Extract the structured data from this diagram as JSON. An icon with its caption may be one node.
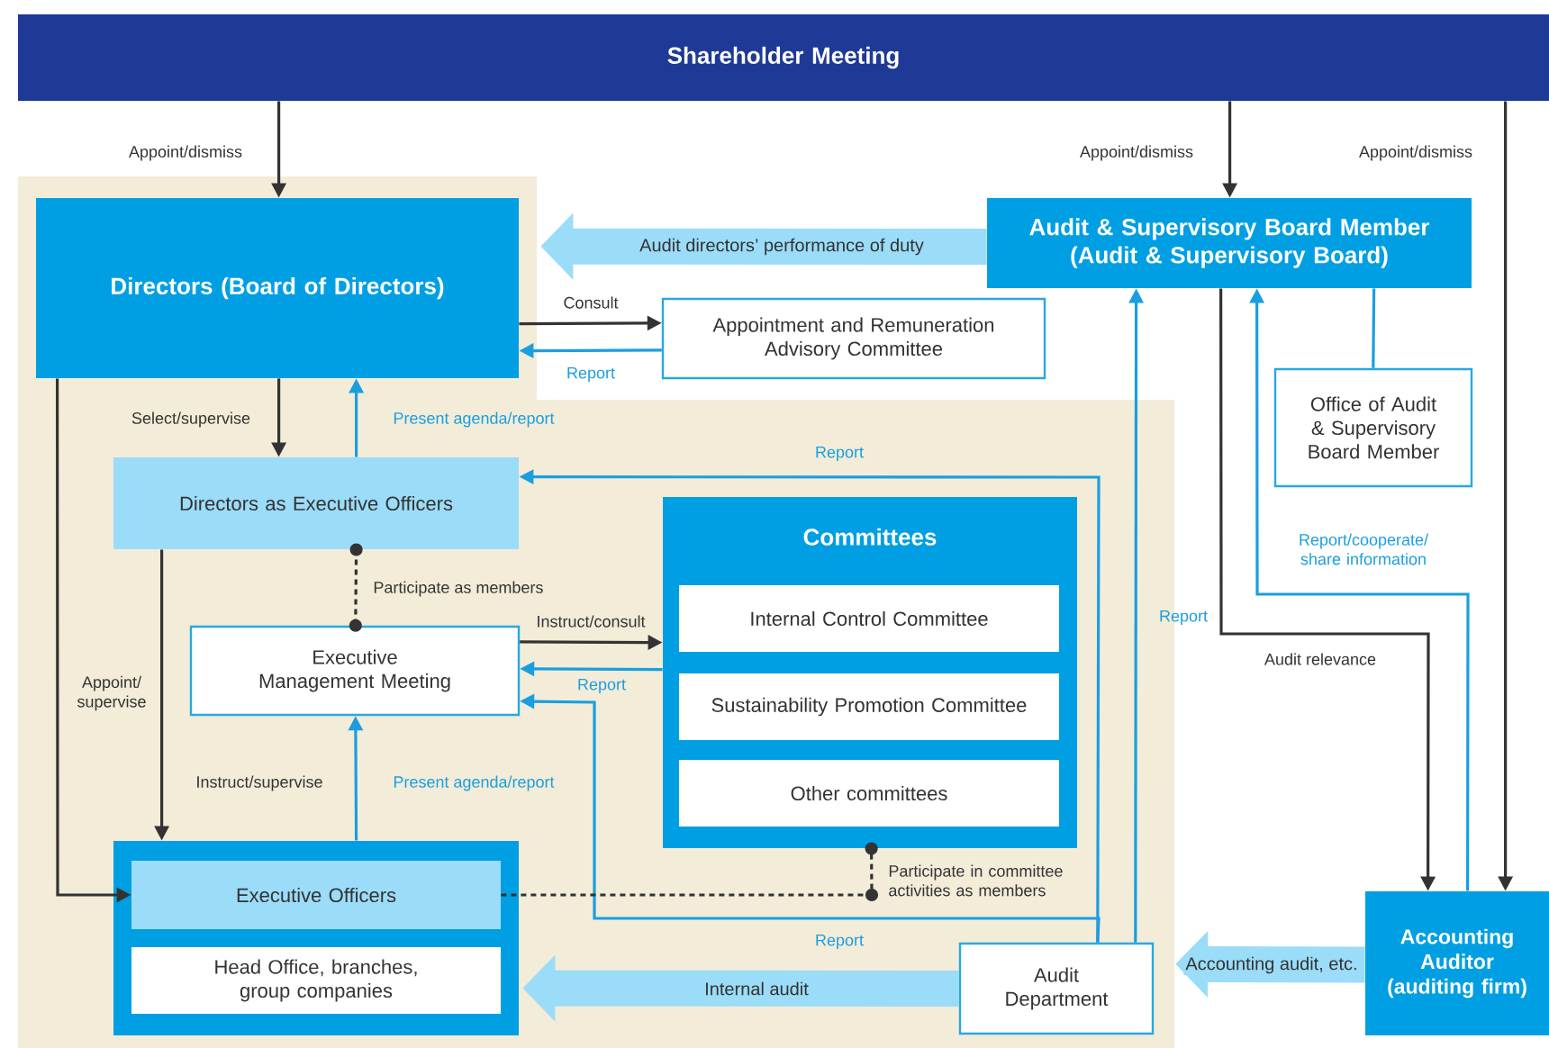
{
  "diagram": {
    "nodes": [
      {
        "text": [
          "Shareholder Meeting"
        ]
      },
      {
        "text": [
          "Directors (Board of Directors)"
        ]
      },
      {
        "text": [
          "Audit & Supervisory Board Member (Audit & Supervisory Board)"
        ]
      },
      {
        "text": [
          "Appointment and Remuneration Advisory Committee"
        ]
      },
      {
        "text": [
          "Office of Audit & Supervisory Board Member"
        ]
      },
      {
        "text": [
          "Directors as Executive Officers"
        ]
      },
      {
        "text": [
          "Committees"
        ]
      },
      {
        "text": [
          "Internal Control Committee"
        ],
        "in": 6
      },
      {
        "text": [
          "Sustainability Promotion Committee"
        ],
        "in": 6
      },
      {
        "text": [
          "Other committees"
        ],
        "in": 6
      },
      {
        "text": [
          "Executive Management Meeting"
        ]
      },
      {
        "text": [],
        "shape": "box"
      },
      {
        "text": [
          "Executive Officers"
        ],
        "in": 11
      },
      {
        "text": [
          "Head Office, branches, group companies"
        ],
        "in": 11
      },
      {
        "text": [
          "Audit Department"
        ]
      },
      {
        "text": [
          "Accounting Auditor (auditing firm)"
        ]
      }
    ],
    "edges": [
      {
        "from": 0,
        "to": 1,
        "arrow": "to",
        "label": "Appoint/dismiss"
      },
      {
        "from": 0,
        "to": 2,
        "arrow": "to",
        "label": "Appoint/dismiss"
      },
      {
        "from": 0,
        "to": 15,
        "arrow": "to",
        "label": "Appoint/dismiss"
      },
      {
        "from": 2,
        "to": 1,
        "arrow": "to",
        "label": "Audit directors’ performance of duty",
        "style": "thick",
        "color": "#9bdcf8"
      },
      {
        "from": 1,
        "to": 3,
        "arrow": "to",
        "label": "Consult"
      },
      {
        "from": 3,
        "to": 1,
        "arrow": "to",
        "label": "Report",
        "color": "#1a9ee0"
      },
      {
        "from": 2,
        "to": 4,
        "arrow": "none",
        "color": "#1a9ee0"
      },
      {
        "from": 1,
        "to": 5,
        "arrow": "to",
        "label": "Select/supervise"
      },
      {
        "from": 5,
        "to": 1,
        "arrow": "to",
        "label": "Present agenda/report",
        "color": "#1a9ee0"
      },
      {
        "from": 14,
        "to": 5,
        "arrow": "to",
        "label": "Report",
        "color": "#1a9ee0"
      },
      {
        "from": 14,
        "to": 10,
        "arrow": "to",
        "label": "Report",
        "color": "#1a9ee0"
      },
      {
        "from": 14,
        "to": 2,
        "arrow": "to",
        "label": "Report",
        "color": "#1a9ee0"
      },
      {
        "from": 6,
        "to": 10,
        "arrow": "to",
        "label": "Report",
        "color": "#1a9ee0"
      },
      {
        "from": 10,
        "to": 6,
        "arrow": "to",
        "label": "Instruct/consult"
      },
      {
        "from": 5,
        "to": 10,
        "arrow": "other",
        "label": "Participate as members",
        "style": "dashed"
      },
      {
        "from": 12,
        "to": 6,
        "arrow": "other",
        "label": "Participate in committee activities as members",
        "style": "dashed"
      },
      {
        "from": 5,
        "to": 11,
        "arrow": "to",
        "label": "Instruct/supervise"
      },
      {
        "from": 1,
        "to": 12,
        "arrow": "to",
        "label": "Appoint/ supervise"
      },
      {
        "from": 11,
        "to": 10,
        "arrow": "to",
        "label": "Present agenda/report",
        "color": "#1a9ee0"
      },
      {
        "from": 14,
        "to": 11,
        "arrow": "to",
        "label": "Internal audit",
        "style": "thick",
        "color": "#9bdcf8"
      },
      {
        "from": 15,
        "to": 14,
        "arrow": "to",
        "label": "Accounting audit, etc.",
        "style": "thick",
        "color": "#9bdcf8"
      },
      {
        "from": 2,
        "to": 15,
        "arrow": "to",
        "label": "Audit relevance"
      },
      {
        "from": 15,
        "to": 2,
        "arrow": "to",
        "label": "Report/cooperate/ share information",
        "color": "#1a9ee0"
      }
    ]
  }
}
